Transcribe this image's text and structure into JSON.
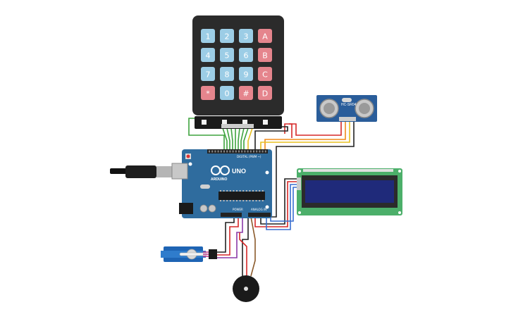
{
  "keypad": {
    "rows": [
      [
        "1",
        "2",
        "3",
        "A"
      ],
      [
        "4",
        "5",
        "6",
        "B"
      ],
      [
        "7",
        "8",
        "9",
        "C"
      ],
      [
        "*",
        "0",
        "#",
        "D"
      ]
    ],
    "digit_color": "#9ccde6",
    "letter_color": "#e5858d"
  },
  "arduino": {
    "model_label": "UNO",
    "brand_label": "ARDUINO",
    "digital_label": "DIGITAL (PWM ~)",
    "power_label": "POWER",
    "analog_label": "ANALOG IN",
    "board_color": "#2f6c9e"
  },
  "ultrasonic": {
    "label": "HC-SR04",
    "board_color": "#2a5d9a"
  },
  "lcd": {
    "pcb_color": "#4caf6a",
    "screen_color": "#1f2a7a"
  },
  "wire_colors": {
    "green": "#3ea33e",
    "red": "#d62828",
    "black": "#222222",
    "orange": "#f08a1c",
    "yellow": "#e8c020",
    "blue": "#3a6fd0",
    "brown": "#8b5a2b",
    "purple": "#8a3aa8",
    "magenta": "#c0368a"
  }
}
